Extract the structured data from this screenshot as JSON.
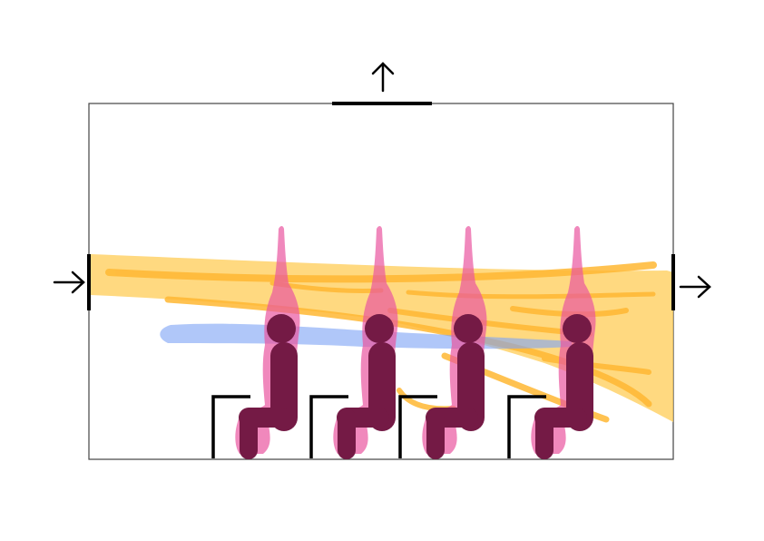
{
  "diagram": {
    "occupant_count": 4,
    "airflow_layers": [
      "supply-air-jet",
      "thermal-plume",
      "cool-air-stream"
    ],
    "colors": {
      "background": "#ffffff",
      "room_outline": "#444444",
      "opening": "#000000",
      "supply_jet": "#ffcc55",
      "supply_streak": "#ffbb33",
      "thermal_plume": "#e9559f",
      "cool_stream": "#7fa4f5",
      "occupant": "#741a45",
      "seat": "#000000"
    },
    "icons": {
      "inlet": "arrow-right-icon",
      "outlet": "arrow-right-icon",
      "exhaust": "arrow-up-icon"
    }
  }
}
